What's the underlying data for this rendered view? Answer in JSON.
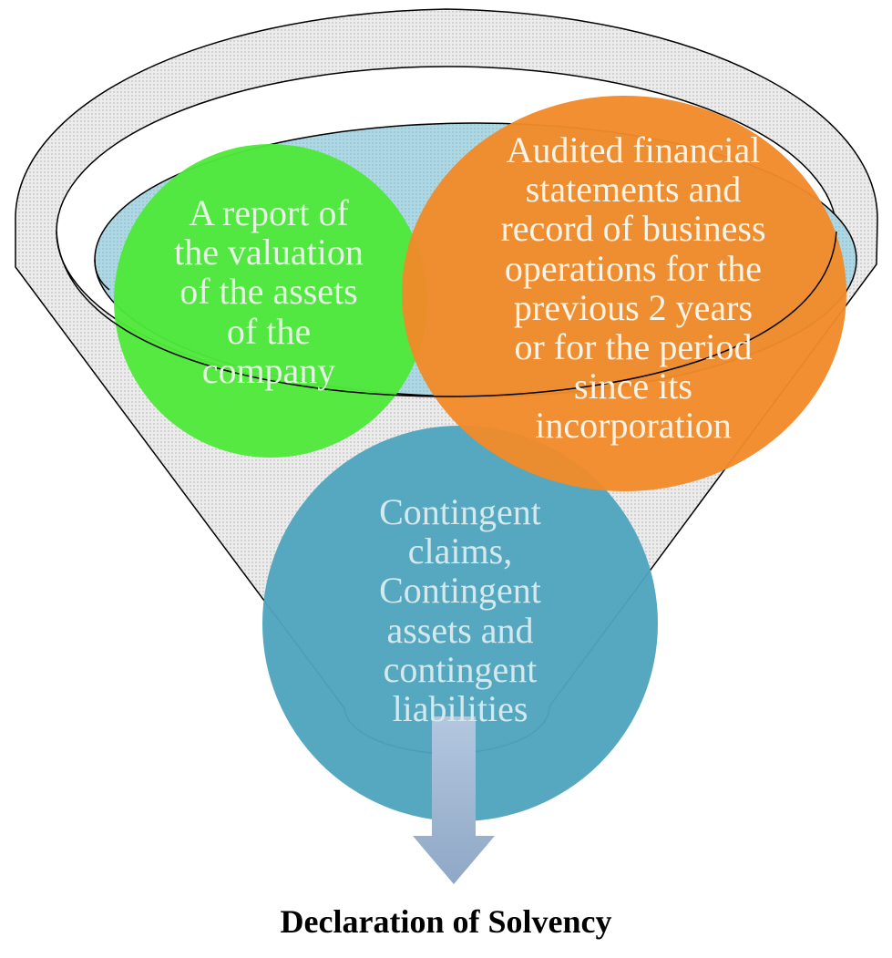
{
  "diagram": {
    "type": "funnel",
    "inputs": [
      {
        "lines": [
          "A report of",
          "the valuation",
          "of the assets",
          "of the",
          "company"
        ],
        "color": "#4ee83a"
      },
      {
        "lines": [
          "Audited financial",
          "statements and",
          "record of business",
          "operations for the",
          "previous 2 years",
          "or for the period",
          "since its",
          "incorporation"
        ],
        "color": "#f08a2a"
      },
      {
        "lines": [
          "Contingent",
          "claims,",
          "Contingent",
          "assets and",
          "contingent",
          "liabilities"
        ],
        "color": "#4ea4bd"
      }
    ],
    "output": {
      "label": "Declaration of Solvency"
    },
    "colors": {
      "funnel_fill": "#e9e9e9",
      "funnel_stroke": "#000000",
      "arrow": "#9db5d2",
      "inner_surface": "#a8d6e2"
    }
  }
}
